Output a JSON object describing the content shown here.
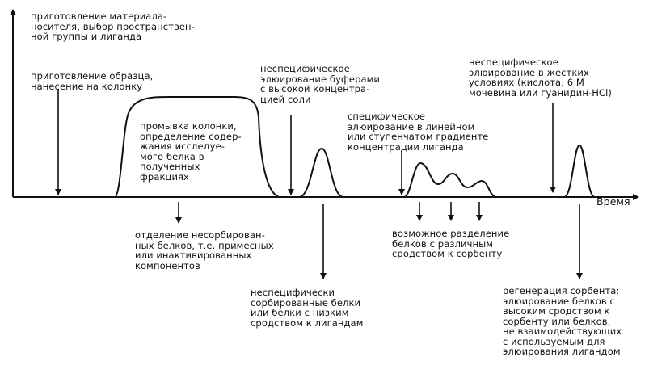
{
  "axis": {
    "x_label": "Время"
  },
  "labels": {
    "prep_material": [
      "приготовление материала-",
      "носителя, выбор пространствен-",
      "ной группы и лиганда"
    ],
    "prep_sample": [
      "приготовление образца,",
      "нанесение на колонку"
    ],
    "wash_column": [
      "промывка колонки,",
      "определение содер-",
      "жания исследуе-",
      "мого белка в",
      "полученных",
      "фракциях"
    ],
    "nonspecific_buffers": [
      "неспецифическое",
      "элюирование буферами",
      "с высокой концентра-",
      "цией соли"
    ],
    "specific_elution": [
      "специфическое",
      "элюирование в линейном",
      "или ступенчатом градиенте",
      "концентрации лиганда"
    ],
    "harsh_elution": [
      "неспецифическое",
      "элюирование в жестких",
      "условиях (кислота, 6 М",
      "мочевина или гуанидин-HCl)"
    ],
    "unsorbed": [
      "отделение несорбирован-",
      "ных белков, т.е. примесных",
      "или инактивированных",
      "компонентов"
    ],
    "nonspecific_sorbed": [
      "неспецифически",
      "сорбированные белки",
      "или белки с низким",
      "сродством к лигандам"
    ],
    "separation": [
      "возможное разделение",
      "белков с различным",
      "сродством к сорбенту"
    ],
    "regeneration": [
      "регенерация сорбента:",
      "элюирование белков с",
      "высоким сродством к",
      "сорбенту или белков,",
      "не взаимодействующих",
      "с используемым для",
      "элюирования лигандом"
    ]
  }
}
